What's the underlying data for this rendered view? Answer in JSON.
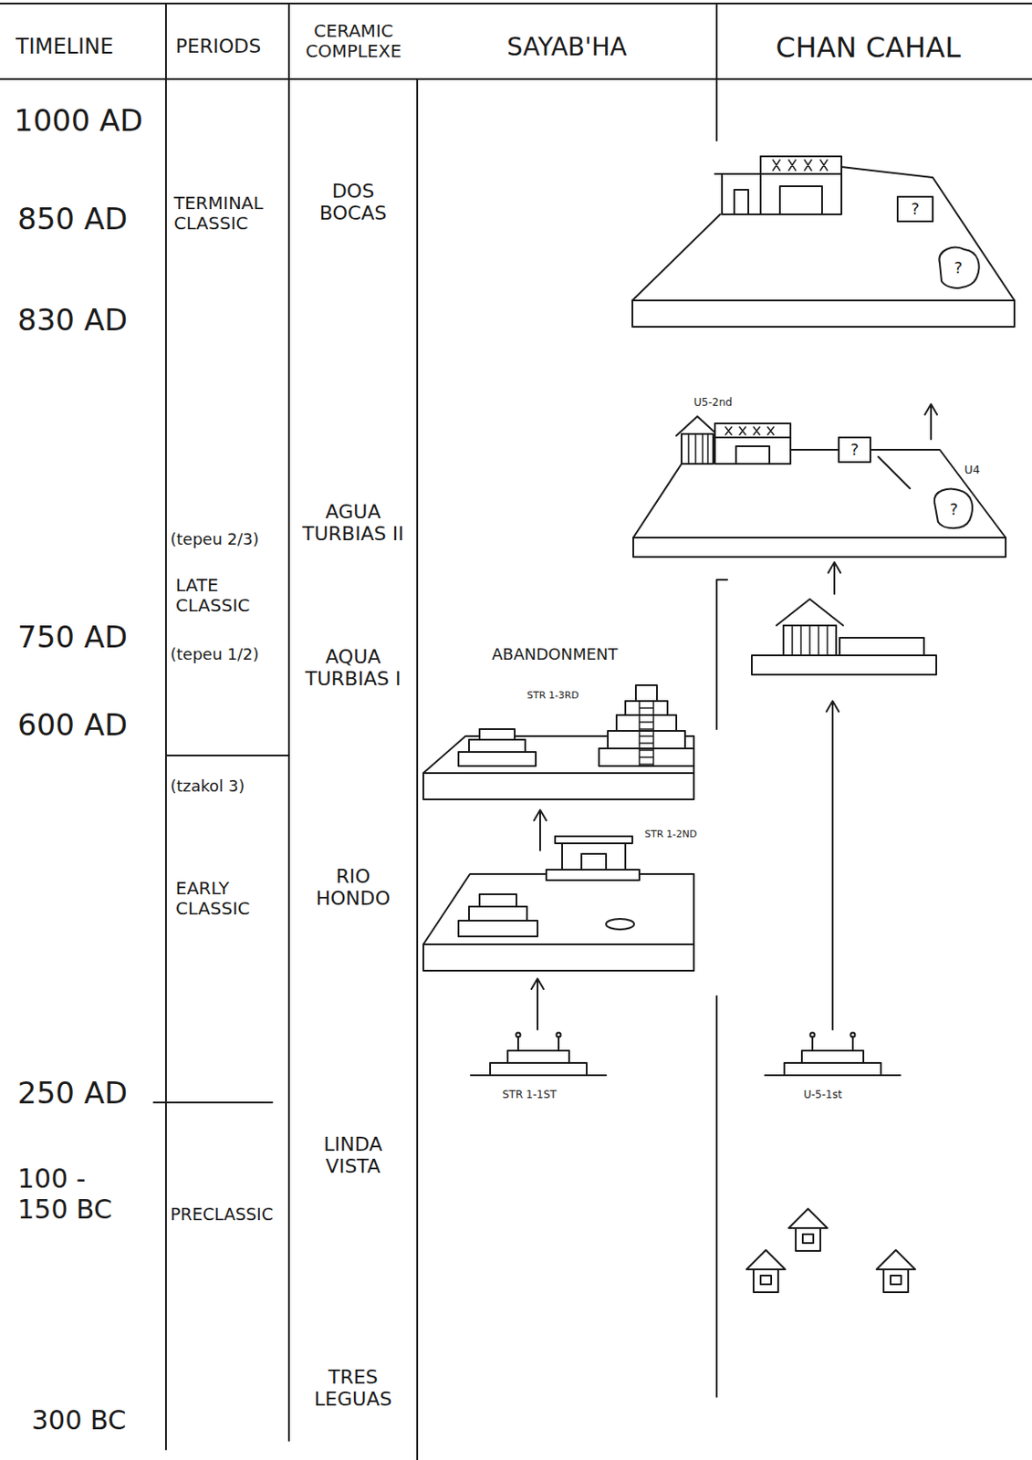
{
  "diagram": {
    "labels": [
      "TIMELINE",
      "PERIODS",
      "CERAMIC COMPLEXE",
      "SAYAB'HA",
      "CHAN CAHAL",
      "1000 AD",
      "850 AD",
      "830 AD",
      "750 AD",
      "600 AD",
      "250 AD",
      "100 - 150 BC",
      "300 BC",
      "TERMINAL CLASSIC",
      "(tepeu 2/3)",
      "LATE CLASSIC",
      "(tepeu 1/2)",
      "(tzakol 3)",
      "EARLY CLASSIC",
      "PRECLASSIC",
      "DOS BOCAS",
      "AGUA TURBIAS II",
      "AQUA TURBIAS I",
      "RIO HONDO",
      "LINDA VISTA",
      "TRES LEGUAS",
      "ABANDONMENT",
      "STR 1-3RD",
      "STR 1-2ND",
      "STR 1-1ST",
      "?",
      "?",
      "U5-2nd",
      "?",
      "U4",
      "?",
      "U-5-1st"
    ]
  }
}
